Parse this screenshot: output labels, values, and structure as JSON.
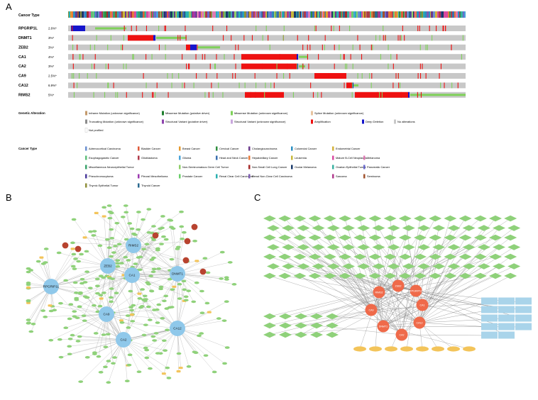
{
  "panels": {
    "a_label": "A",
    "b_label": "B",
    "c_label": "C"
  },
  "oncoprint": {
    "cancer_type_header": "Cancer Type",
    "genes": [
      {
        "name": "RPGRIP1L",
        "pct": "2.6%*"
      },
      {
        "name": "DNMT1",
        "pct": "3%*"
      },
      {
        "name": "ZEB2",
        "pct": "3%*"
      },
      {
        "name": "CA1",
        "pct": "4%*"
      },
      {
        "name": "CA2",
        "pct": "3%*"
      },
      {
        "name": "CA9",
        "pct": "2.5%*"
      },
      {
        "name": "CA12",
        "pct": "6.9%*"
      },
      {
        "name": "RIMS2",
        "pct": "5%*"
      }
    ],
    "alteration_legend_title": "Genetic Alteration",
    "alteration_legend": [
      {
        "label": "Inframe Mutation (unknown significance)",
        "color": "#c49a6c"
      },
      {
        "label": "Missense Mutation (putative driver)",
        "color": "#1f7f2f"
      },
      {
        "label": "Missense Mutation (unknown significance)",
        "color": "#7fd15a"
      },
      {
        "label": "Splice Mutation (unknown significance)",
        "color": "#e8c4a0"
      },
      {
        "label": "Truncating Mutation (unknown significance)",
        "color": "#8c8c8c"
      },
      {
        "label": "Structural Variant (putative driver)",
        "color": "#8e44ad"
      },
      {
        "label": "Structural Variant (unknown significance)",
        "color": "#c9a7dd"
      },
      {
        "label": "Amplification",
        "color": "#ee1111"
      },
      {
        "label": "Deep Deletion",
        "color": "#1515cc"
      },
      {
        "label": "No alterations",
        "color": "#c8c8c8"
      },
      {
        "label": "Not profiled",
        "color": "#ffffff"
      }
    ],
    "cancer_legend_title": "Cancer Type",
    "cancer_legend": [
      {
        "label": "Adrenocortical Carcinoma",
        "color": "#6a8fd1"
      },
      {
        "label": "Bladder Cancer",
        "color": "#e05a3a"
      },
      {
        "label": "Breast Cancer",
        "color": "#e69a2e"
      },
      {
        "label": "Cervical Cancer",
        "color": "#2f8f3f"
      },
      {
        "label": "Cholangiocarcinoma",
        "color": "#6b3a8c"
      },
      {
        "label": "Colorectal Cancer",
        "color": "#2a8fc2"
      },
      {
        "label": "Endometrial Cancer",
        "color": "#d4b23a"
      },
      {
        "label": "Esophagogastric Cancer",
        "color": "#5fbf7a"
      },
      {
        "label": "Glioblastoma",
        "color": "#b03a4a"
      },
      {
        "label": "Glioma",
        "color": "#4aa3d9"
      },
      {
        "label": "Head and Neck Cancer",
        "color": "#3a6fb0"
      },
      {
        "label": "Hepatobiliary Cancer",
        "color": "#e87a3a"
      },
      {
        "label": "Leukemia",
        "color": "#c7b83a"
      },
      {
        "label": "Mature B-Cell Neoplasms",
        "color": "#d94aa0"
      },
      {
        "label": "Melanoma",
        "color": "#e07ab5"
      },
      {
        "label": "Miscellaneous Neuroepithelial Tumor",
        "color": "#3aa36b"
      },
      {
        "label": "Non-Seminomatous Germ Cell Tumor",
        "color": "#8fcf6a"
      },
      {
        "label": "Non-Small Cell Lung Cancer",
        "color": "#a52a2a"
      },
      {
        "label": "Ocular Melanoma",
        "color": "#1a3a6a"
      },
      {
        "label": "Ovarian Epithelial Tumor",
        "color": "#3ab0a0"
      },
      {
        "label": "Pancreatic Cancer",
        "color": "#6a6acf"
      },
      {
        "label": "Pheochromocytoma",
        "color": "#4a3a9c"
      },
      {
        "label": "Pleural Mesothelioma",
        "color": "#9c3ab0"
      },
      {
        "label": "Prostate Cancer",
        "color": "#6acf6a"
      },
      {
        "label": "Renal Clear Cell Carcinoma",
        "color": "#2ab0b0"
      },
      {
        "label": "Renal Non-Clear Cell Carcinoma",
        "color": "#7a5ab0"
      },
      {
        "label": "Sarcoma",
        "color": "#b03a8c"
      },
      {
        "label": "Seminoma",
        "color": "#a0522d"
      },
      {
        "label": "Thymic Epithelial Tumor",
        "color": "#8f8f3a"
      },
      {
        "label": "Thyroid Cancer",
        "color": "#2a6a8f"
      }
    ]
  },
  "network_b": {
    "hubs": [
      "RPGRIP1L",
      "ZEB2",
      "CA1",
      "RIMS2",
      "DNMT1",
      "CA9",
      "CA2",
      "CA12"
    ]
  },
  "network_c": {
    "hubs": [
      "RIMS2",
      "ZEB2",
      "RPGRIP1L",
      "CA1",
      "CA9",
      "DNMT1",
      "CA12",
      "CA2"
    ]
  },
  "colors": {
    "hub_b": "#8fc8ea",
    "hub_c": "#ef6a4a",
    "mirna_node": "#8fd17a",
    "drug_node": "#f3c45a",
    "lncrna_node": "#b8432f",
    "tf_box": "#a9d4ea",
    "edge": "#9a9a9a"
  }
}
